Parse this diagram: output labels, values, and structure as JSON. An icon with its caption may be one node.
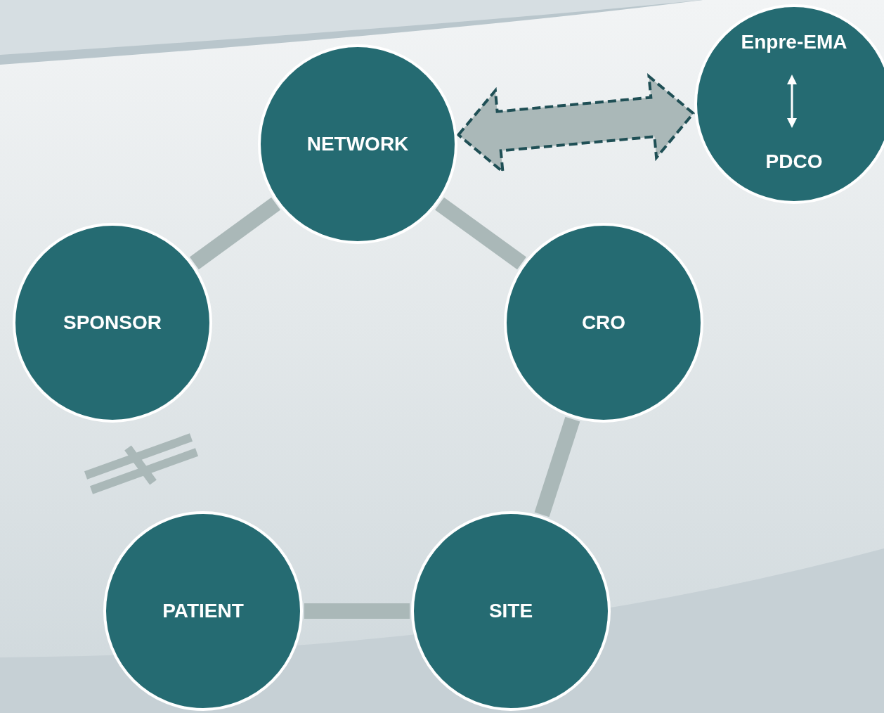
{
  "diagram": {
    "nodes": [
      {
        "text": [
          "NETWORK"
        ]
      },
      {
        "text": [
          "Enpre-EMA",
          "PDCO"
        ]
      },
      {
        "text": [
          "SPONSOR"
        ]
      },
      {
        "text": [
          "CRO"
        ]
      },
      {
        "text": [
          "PATIENT"
        ]
      },
      {
        "text": [
          "SITE"
        ]
      }
    ],
    "edges": [
      {
        "from": 0,
        "to": 1,
        "arrow": "both",
        "style": "dashed"
      },
      {
        "from": 2,
        "to": 0,
        "arrow": "none"
      },
      {
        "from": 0,
        "to": 3,
        "arrow": "none"
      },
      {
        "from": 3,
        "to": 5,
        "arrow": "none"
      },
      {
        "from": 5,
        "to": 4,
        "arrow": "none"
      }
    ]
  }
}
